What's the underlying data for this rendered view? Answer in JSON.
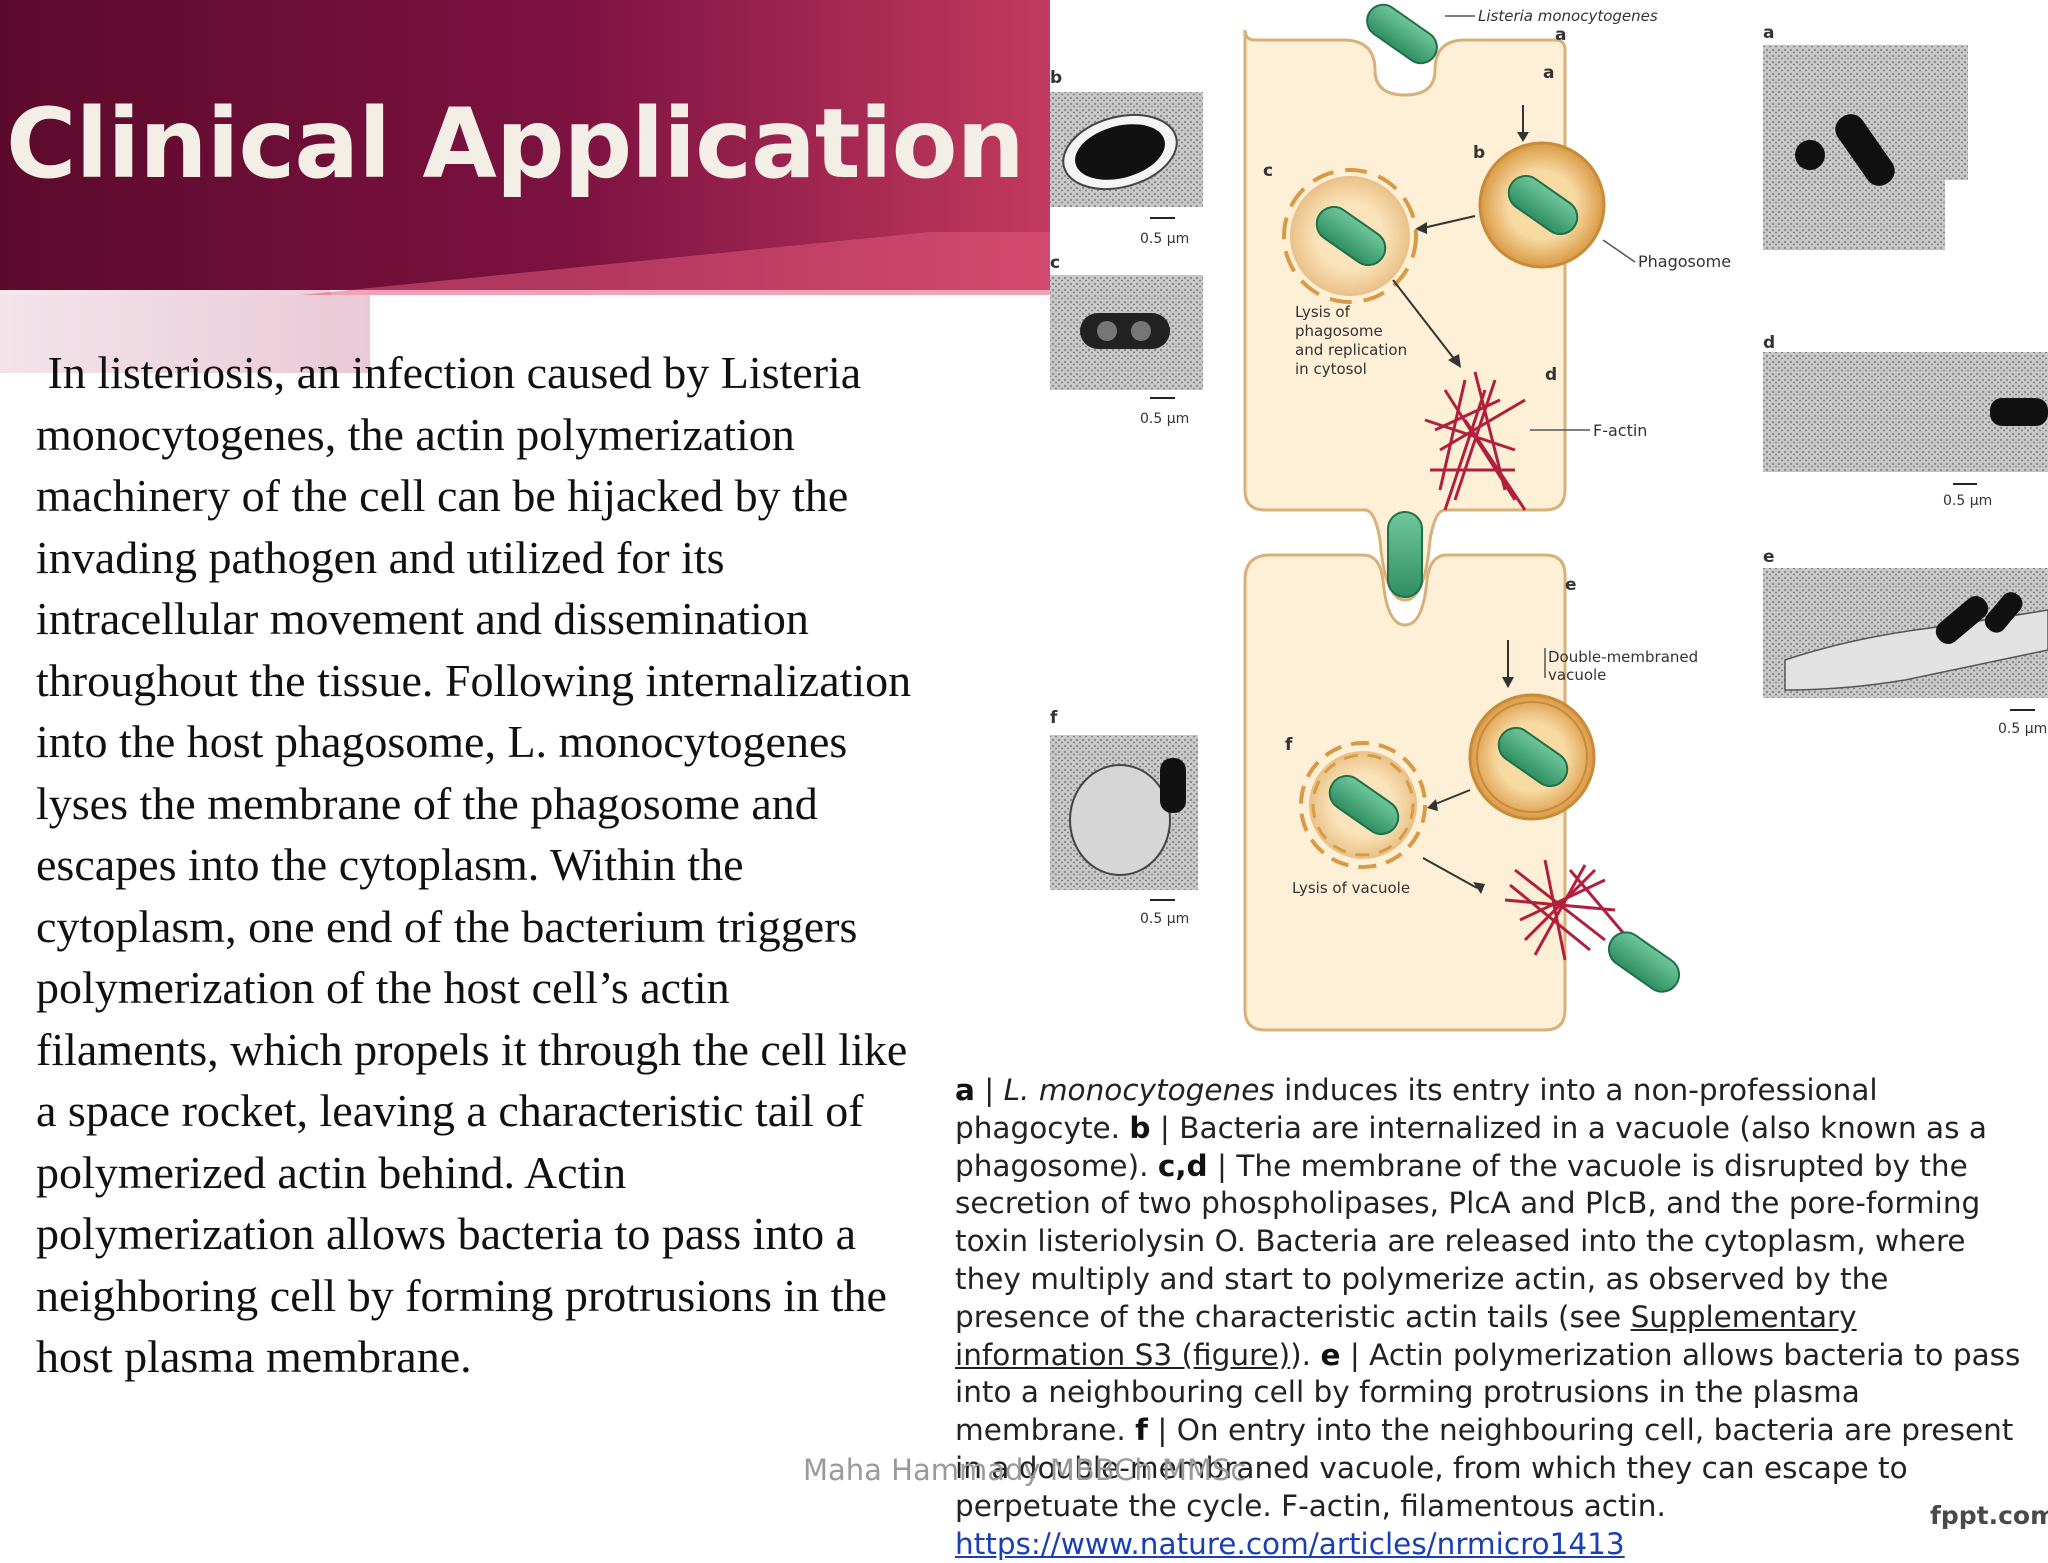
{
  "slide": {
    "title": "Clinical Application",
    "body": "In listeriosis, an infection caused by Listeria monocytogenes, the actin polymerization machinery of the cell can be hijacked by the invading pathogen and utilized for its intracellular movement and dissemination throughout the tissue. Following internalization into the host phagosome, L. monocytogenes lyses the membrane of the phagosome and escapes into the cytoplasm. Within the cytoplasm, one end of the bacterium triggers polymerization of the host cell’s actin filaments, which propels it through the cell like a space rocket, leaving a characteristic tail of polymerized actin behind. Actin polymerization allows bacteria to pass into a neighboring cell by forming protrusions in the host plasma membrane.",
    "footer_author": "Maha Hammady MBBCh MMSc",
    "brand": "fppt.com",
    "colors": {
      "header_dark": "#5e0a2c",
      "header_mid": "#8a1846",
      "header_light": "#c43a60",
      "accent_pink": "#e85a7c"
    }
  },
  "figure": {
    "organism_label": "Listeria monocytogenes",
    "phagosome_label": "Phagosome",
    "lysis_phagosome_label": [
      "Lysis of",
      "phagosome",
      "and replication",
      "in cytosol"
    ],
    "factin_label": "F-actin",
    "double_membrane_label": [
      "Double-membraned",
      "vacuole"
    ],
    "lysis_vacuole_label": "Lysis of vacuole",
    "scale": "0.5 μm",
    "panel_letters": {
      "a": "a",
      "b": "b",
      "c": "c",
      "d": "d",
      "e": "e",
      "f": "f"
    }
  },
  "caption": {
    "a_letter": "a",
    "a_species": "L. monocytogenes",
    "a_text": " induces its entry into a non-professional phagocyte. ",
    "b_letter": "b",
    "b_text": " Bacteria are internalized in a vacuole (also known as a phagosome). ",
    "cd_letters": "c,d",
    "cd_text": " The membrane of the vacuole is disrupted by the secretion of two phospholipases, PlcA and PlcB, and the pore-forming toxin listeriolysin O. Bacteria are released into the cytoplasm, where they multiply and start to polymerize actin, as observed by the presence of the characteristic actin tails (see ",
    "supp_link": "Supplementary information S3 (figure)",
    "cd_end": "). ",
    "e_letter": "e",
    "e_text": " Actin polymerization allows bacteria to pass into a neighbouring cell by forming protrusions in the plasma membrane. ",
    "f_letter": "f",
    "f_text": " On entry into the neighbouring cell, bacteria are present in a double-membraned vacuole, from which they can escape to perpetuate the cycle. F-actin, filamentous actin.",
    "sep": " | ",
    "url": "https://www.nature.com/articles/nrmicro1413"
  }
}
